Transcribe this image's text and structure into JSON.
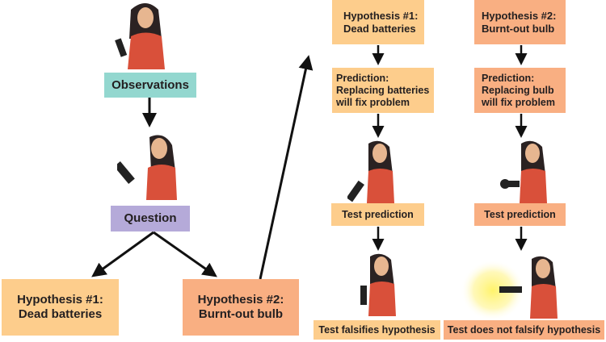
{
  "left": {
    "observations": "Observations",
    "question": "Question",
    "hyp1": [
      "Hypothesis #1:",
      "Dead batteries"
    ],
    "hyp2": [
      "Hypothesis #2:",
      "Burnt-out bulb"
    ]
  },
  "col1": {
    "hyp": [
      "Hypothesis #1:",
      "Dead batteries"
    ],
    "prediction": [
      "Prediction:",
      "Replacing batteries",
      "will fix problem"
    ],
    "test": "Test prediction",
    "result": "Test falsifies hypothesis"
  },
  "col2": {
    "hyp": [
      "Hypothesis #2:",
      "Burnt-out bulb"
    ],
    "prediction": [
      "Prediction:",
      "Replacing bulb",
      "will fix problem"
    ],
    "test": "Test prediction",
    "result": "Test does not falsify hypothesis"
  },
  "colors": {
    "teal": "#93d7cf",
    "purple": "#b5aad9",
    "yellow": "#fdcd8c",
    "orange": "#f9af82"
  }
}
